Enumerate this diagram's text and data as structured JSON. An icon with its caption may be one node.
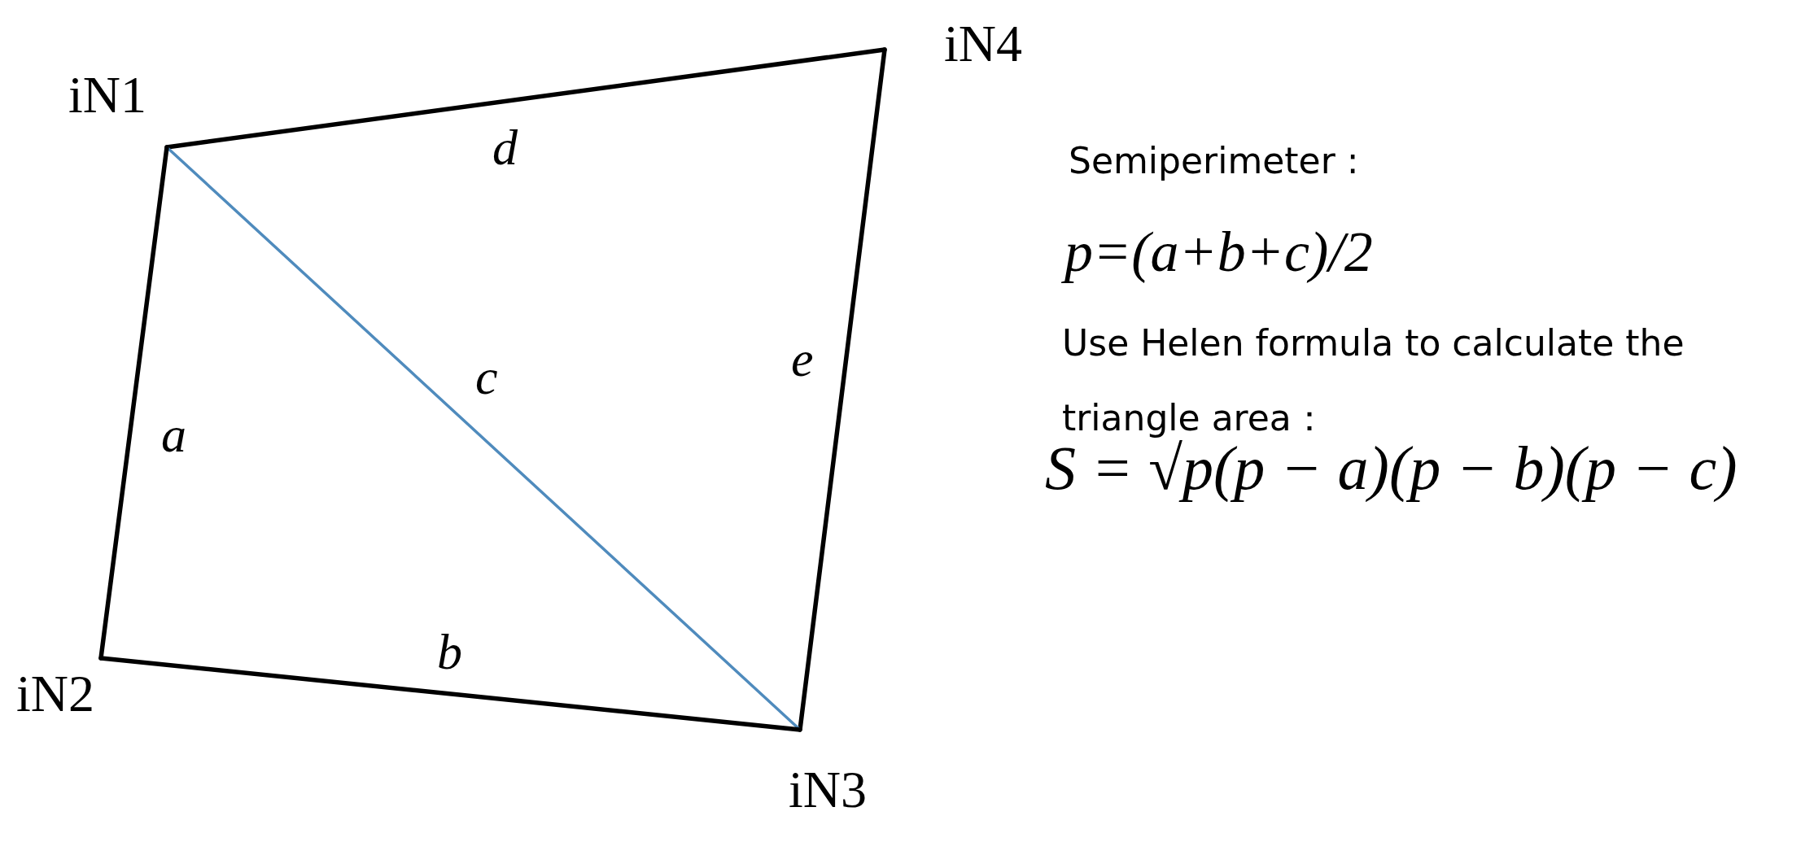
{
  "diagram": {
    "nodes": [
      {
        "text": [
          "iN1"
        ]
      },
      {
        "text": [
          "iN4"
        ]
      },
      {
        "text": [
          "iN2"
        ]
      },
      {
        "text": [
          "iN3"
        ]
      }
    ],
    "edges": [
      {
        "from": 0,
        "to": 1,
        "arrow": "none",
        "label": "d"
      },
      {
        "from": 1,
        "to": 3,
        "arrow": "none",
        "label": "e"
      },
      {
        "from": 0,
        "to": 3,
        "arrow": "none",
        "label": "c",
        "color": "#4f8bbd"
      },
      {
        "from": 2,
        "to": 0,
        "arrow": "none",
        "label": "a"
      },
      {
        "from": 2,
        "to": 3,
        "arrow": "none",
        "label": "b"
      }
    ],
    "labels": [
      "Semiperimeter :",
      "p=(a+b+c)/2",
      "Use Helen formula to calculate the triangle area：",
      "S = √p(p − a)(p − b)(p − c)"
    ]
  }
}
